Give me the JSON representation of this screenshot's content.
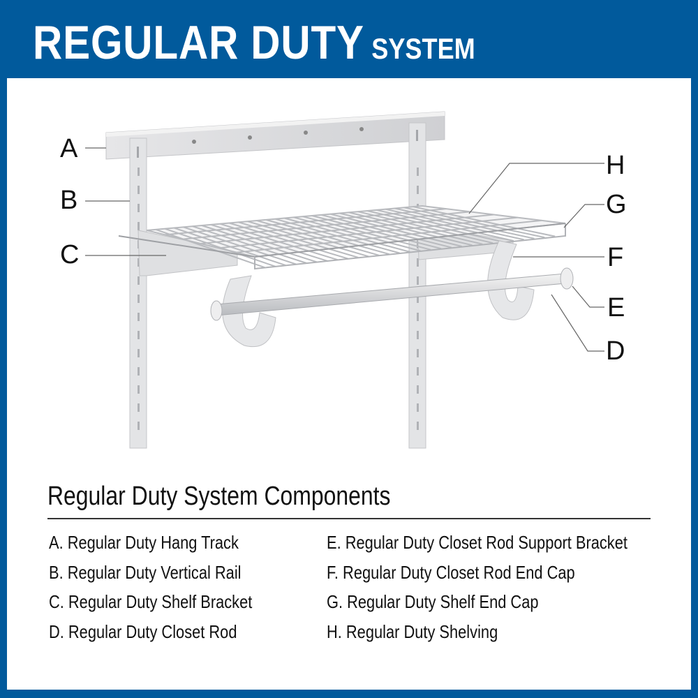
{
  "header": {
    "title_main": "REGULAR DUTY",
    "title_sub": "SYSTEM"
  },
  "colors": {
    "brand_blue": "#015a9c",
    "panel": "#ffffff"
  },
  "diagram": {
    "labels": [
      "A",
      "B",
      "C",
      "D",
      "E",
      "F",
      "G",
      "H"
    ]
  },
  "components": {
    "title": "Regular Duty System Components",
    "items": [
      "A. Regular Duty Hang Track",
      "B. Regular Duty Vertical Rail",
      "C. Regular Duty Shelf Bracket",
      "D. Regular Duty Closet Rod",
      "E. Regular Duty Closet Rod Support Bracket",
      "F. Regular Duty Closet Rod End Cap",
      "G. Regular Duty Shelf End Cap",
      "H. Regular Duty Shelving"
    ]
  }
}
